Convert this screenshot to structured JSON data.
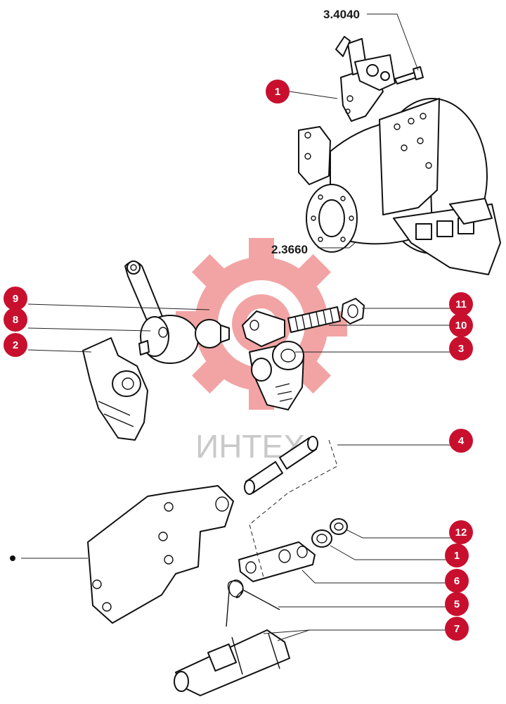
{
  "watermark": {
    "text": "ИНТЕХ",
    "gear_color": "#e85a5a"
  },
  "colors": {
    "marker": "#c8102e",
    "line": "#111111"
  },
  "references": [
    {
      "id": "ref-3-4040",
      "text": "3.4040"
    },
    {
      "id": "ref-2-3660",
      "text": "2.3660"
    }
  ],
  "markers": [
    {
      "id": "marker-1-top",
      "label": "1"
    },
    {
      "id": "marker-9",
      "label": "9"
    },
    {
      "id": "marker-8",
      "label": "8"
    },
    {
      "id": "marker-2",
      "label": "2"
    },
    {
      "id": "marker-11",
      "label": "11"
    },
    {
      "id": "marker-10",
      "label": "10"
    },
    {
      "id": "marker-3",
      "label": "3"
    },
    {
      "id": "marker-4",
      "label": "4"
    },
    {
      "id": "marker-12",
      "label": "12"
    },
    {
      "id": "marker-1-bottom",
      "label": "1"
    },
    {
      "id": "marker-6",
      "label": "6"
    },
    {
      "id": "marker-5",
      "label": "5"
    },
    {
      "id": "marker-7",
      "label": "7"
    }
  ],
  "icons": {
    "gear_watermark": "gear-icon",
    "bracket_bullet": "bullet-dot"
  }
}
